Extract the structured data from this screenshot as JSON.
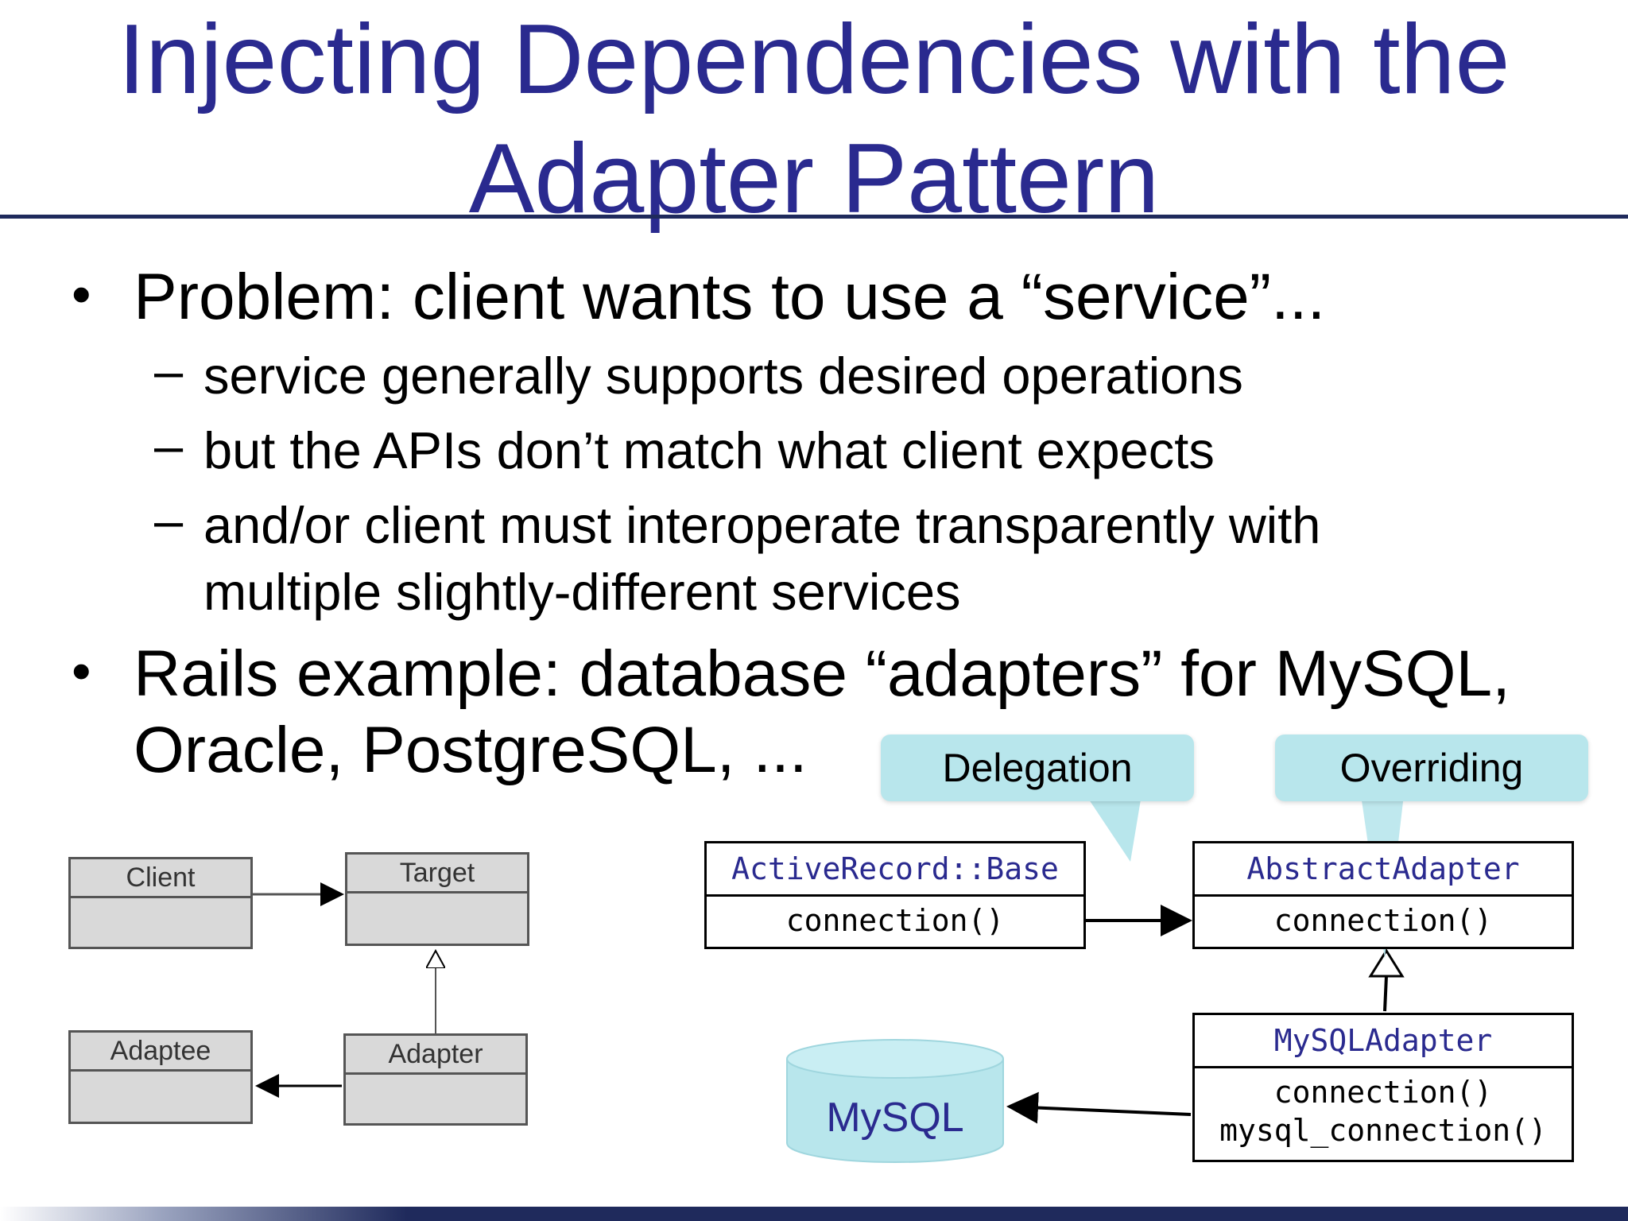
{
  "slide": {
    "title_line1": "Injecting Dependencies with the",
    "title_line2": "Adapter Pattern",
    "bullets": [
      {
        "text": "Problem: client wants to use a “service”...",
        "subs": [
          "service generally supports desired operations",
          "but the APIs don’t match what client expects",
          "and/or client must interoperate transparently with",
          "multiple slightly-different services"
        ]
      },
      {
        "text_line1": "Rails example: database “adapters” for MySQL,",
        "text_line2": "Oracle, PostgreSQL, ..."
      }
    ],
    "bullet_marker": "•",
    "dash_marker": "–"
  },
  "uml_generic": {
    "client": "Client",
    "target": "Target",
    "adaptee": "Adaptee",
    "adapter": "Adapter"
  },
  "rails_diagram": {
    "callout_delegation": "Delegation",
    "callout_overriding": "Overriding",
    "base_class": "ActiveRecord::Base",
    "base_method": "connection()",
    "abstract_class": "AbstractAdapter",
    "abstract_method": "connection()",
    "mysql_adapter_class": "MySQLAdapter",
    "mysql_adapter_method1": "connection()",
    "mysql_adapter_method2": "mysql_connection()",
    "database": "MySQL"
  },
  "colors": {
    "title": "#2a2a8f",
    "rule": "#1f2a5c",
    "callout": "#b8e6ec",
    "uml_fill": "#d9d9d9"
  }
}
